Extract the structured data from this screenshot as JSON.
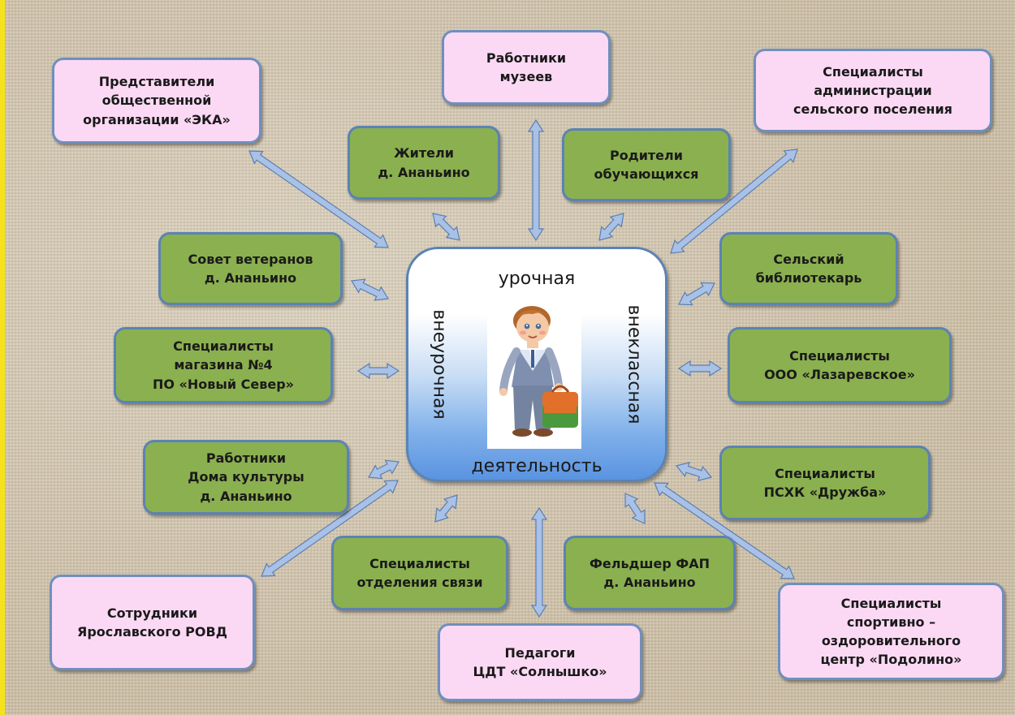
{
  "center": {
    "top": "урочная",
    "bottom": "деятельность",
    "left": "внеурочная",
    "right": "внеклассная"
  },
  "boxes": [
    {
      "id": "eka",
      "style": "pink",
      "text": "Представители\nобщественной\nорганизации «ЭКА»"
    },
    {
      "id": "museums",
      "style": "pink",
      "text": "Работники\nмузеев"
    },
    {
      "id": "admin",
      "style": "pink",
      "text": "Специалисты\nадминистрации\nсельского поселения"
    },
    {
      "id": "residents",
      "style": "green",
      "text": "Жители\nд. Ананьино"
    },
    {
      "id": "parents",
      "style": "green",
      "text": "Родители\nобучающихся"
    },
    {
      "id": "veterans",
      "style": "green",
      "text": "Совет ветеранов\nд. Ананьино"
    },
    {
      "id": "librarian",
      "style": "green",
      "text": "Сельский\nбиблиотекарь"
    },
    {
      "id": "shop",
      "style": "green",
      "text": "Специалисты\nмагазина №4\nПО «Новый Север»"
    },
    {
      "id": "lazarevskoe",
      "style": "green",
      "text": "Специалисты\nООО «Лазаревское»"
    },
    {
      "id": "culture",
      "style": "green",
      "text": "Работники\nДома культуры\nд. Ананьино"
    },
    {
      "id": "druzhba",
      "style": "green",
      "text": "Специалисты\nПСХК «Дружба»"
    },
    {
      "id": "post",
      "style": "green",
      "text": "Специалисты\nотделения связи"
    },
    {
      "id": "fap",
      "style": "green",
      "text": "Фельдшер ФАП\nд. Ананьино"
    },
    {
      "id": "rovd",
      "style": "pink",
      "text": "Сотрудники\nЯрославского РОВД"
    },
    {
      "id": "teachers",
      "style": "pink",
      "text": "Педагоги\nЦДТ «Солнышко»"
    },
    {
      "id": "sport",
      "style": "pink",
      "text": "Специалисты\nспортивно –\nоздоровительного\nцентр «Подолино»"
    }
  ],
  "colors": {
    "pink_fill": "#fbd9f4",
    "green_fill": "#8bb04f",
    "border_blue": "#5b83b4",
    "arrow_blue": "#a9c1e6",
    "center_gradient_end": "#5a93e0"
  }
}
